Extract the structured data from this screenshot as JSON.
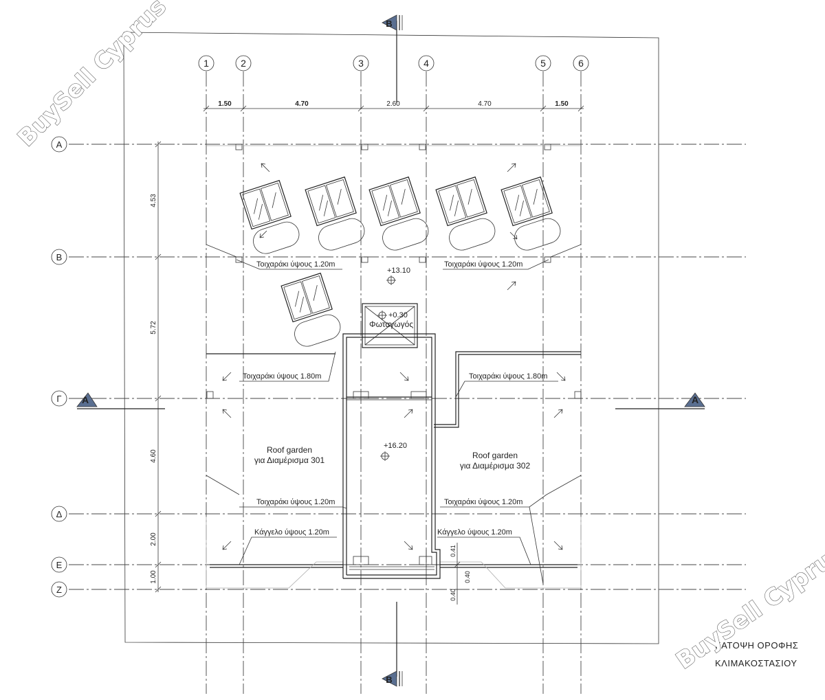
{
  "watermark": "BuySell Cyprus",
  "columns": [
    "1",
    "2",
    "3",
    "4",
    "5",
    "6"
  ],
  "rows": [
    "A",
    "B",
    "Γ",
    "Δ",
    "E",
    "Z"
  ],
  "column_dims": [
    "1.50",
    "4.70",
    "2.60",
    "4.70",
    "1.50"
  ],
  "row_dims": [
    "4.53",
    "5.72",
    "4.60",
    "2.00",
    "1.00"
  ],
  "section_marks": {
    "vertical": "B",
    "horizontal": "A"
  },
  "levels": {
    "upper": "+13.10",
    "lightwell": "+0.30",
    "stair": "+16.20"
  },
  "lightwell_label": "Φωταγωγός",
  "parapet_120": "Τοιχαράκι ύψους 1.20m",
  "parapet_180": "Τοιχαράκι ύψους 1.80m",
  "railing_120": "Κάγγελο ύψους 1.20m",
  "roof_garden": "Roof garden",
  "apt_301": "για Διαμέρισμα 301",
  "apt_302": "για Διαμέρισμα 302",
  "small_dims": [
    "0.41",
    "0.40",
    "0.40"
  ],
  "title_line1": "ΚΑΤΟΨΗ ΟΡΟΦΗΣ",
  "title_line2": "ΚΛΙΜΑΚΟΣΤΑΣΙΟΥ"
}
